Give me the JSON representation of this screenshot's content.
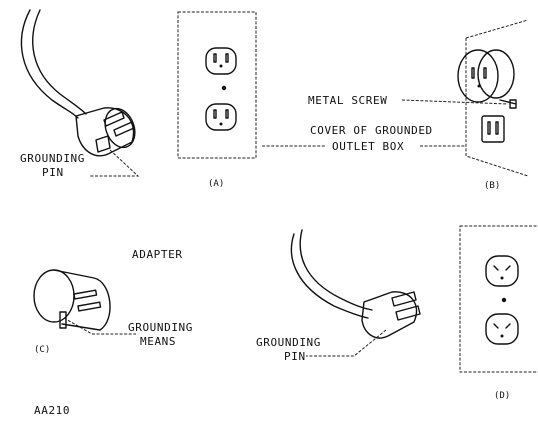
{
  "labels": {
    "metal_screw": "METAL SCREW",
    "cover_line1": "COVER OF GROUNDED",
    "cover_line2": "OUTLET BOX",
    "grounding_pin_line1": "GROUNDING",
    "grounding_pin_line2": "PIN",
    "adapter": "ADAPTER",
    "grounding_means_line1": "GROUNDING",
    "grounding_means_line2": "MEANS",
    "grounding_pin2_line1": "GROUNDING",
    "grounding_pin2_line2": "PIN",
    "fig_a": "(A)",
    "fig_b": "(B)",
    "fig_c": "(C)",
    "fig_d": "(D)",
    "figure_id": "AA210"
  }
}
